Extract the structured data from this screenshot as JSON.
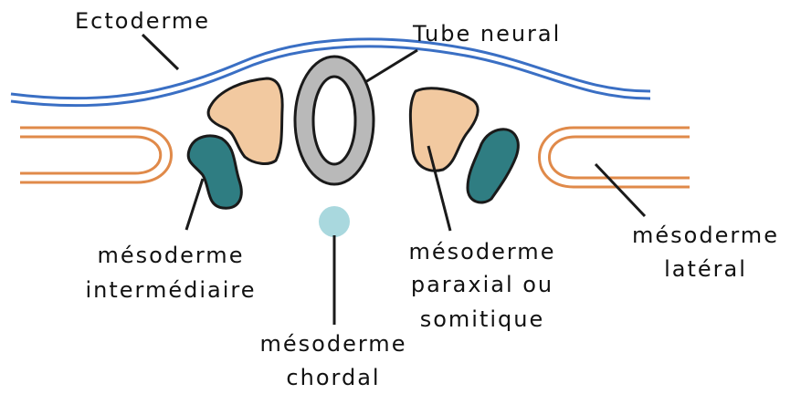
{
  "labels": {
    "ectoderme": "Ectoderme",
    "tube_neural": "Tube neural",
    "meso_intermediaire_1": "mésoderme",
    "meso_intermediaire_2": "intermédiaire",
    "meso_chordal_1": "mésoderme",
    "meso_chordal_2": "chordal",
    "meso_paraxial_1": "mésoderme",
    "meso_paraxial_2": "paraxial ou",
    "meso_paraxial_3": "somitique",
    "meso_lateral_1": "mésoderme",
    "meso_lateral_2": "latéral"
  },
  "colors": {
    "ectoderm_blue": "#3a6fc4",
    "lateral_orange": "#e08a4a",
    "somite_fill": "#f2c9a0",
    "intermediate_fill": "#2f7d82",
    "neural_tube_fill": "#b9b9b9",
    "notochord_fill": "#a9d8de",
    "outline": "#1a1a1a"
  }
}
